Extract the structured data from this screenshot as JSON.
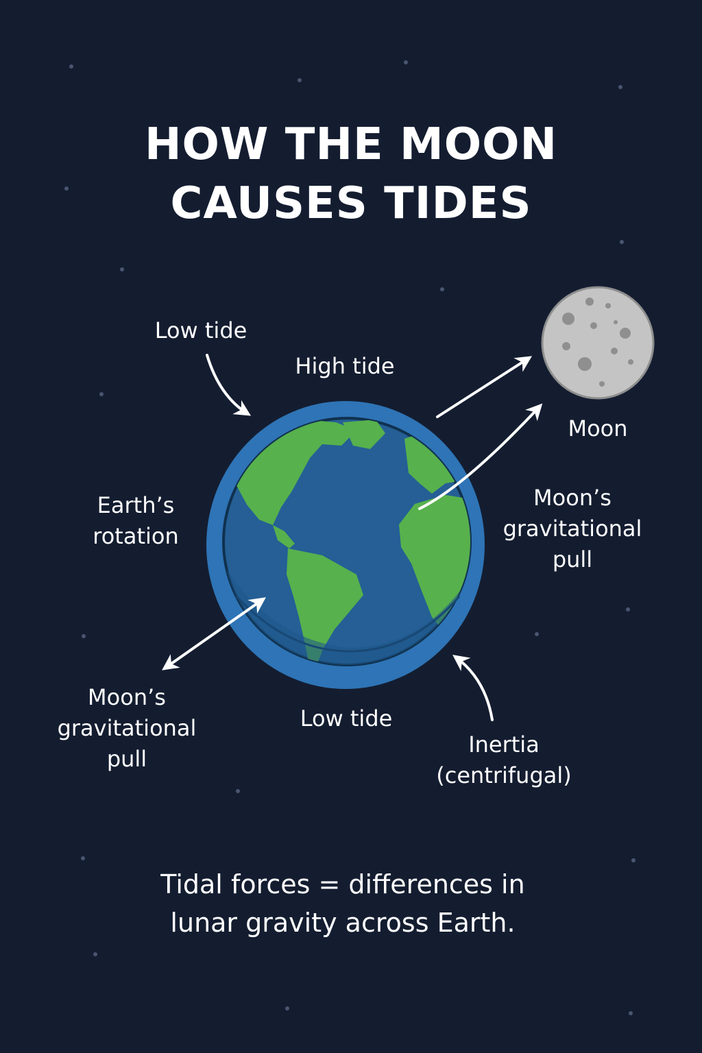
{
  "title": {
    "line1": "HOW THE MOON",
    "line2": "CAUSES TIDES"
  },
  "labels": {
    "low_tide_top": "Low tide",
    "high_tide": "High tide",
    "moon": "Moon",
    "earths_rotation": {
      "line1": "Earth’s",
      "line2": "rotation"
    },
    "moon_pull_right": {
      "line1": "Moon’s",
      "line2": "gravitational",
      "line3": "pull"
    },
    "moon_pull_left": {
      "line1": "Moon’s",
      "line2": "gravitational",
      "line3": "pull"
    },
    "low_tide_bottom": "Low tide",
    "inertia": {
      "line1": "Inertia",
      "line2": "(centrifugal)"
    }
  },
  "footer": {
    "line1": "Tidal forces = differences in",
    "line2": "lunar gravity across Earth."
  },
  "colors": {
    "background": "#141d30",
    "tidal_bulge": "#2e74b6",
    "ocean": "#255f95",
    "land": "#57b14d",
    "moon": "#c4c4c4",
    "text": "#ffffff"
  }
}
